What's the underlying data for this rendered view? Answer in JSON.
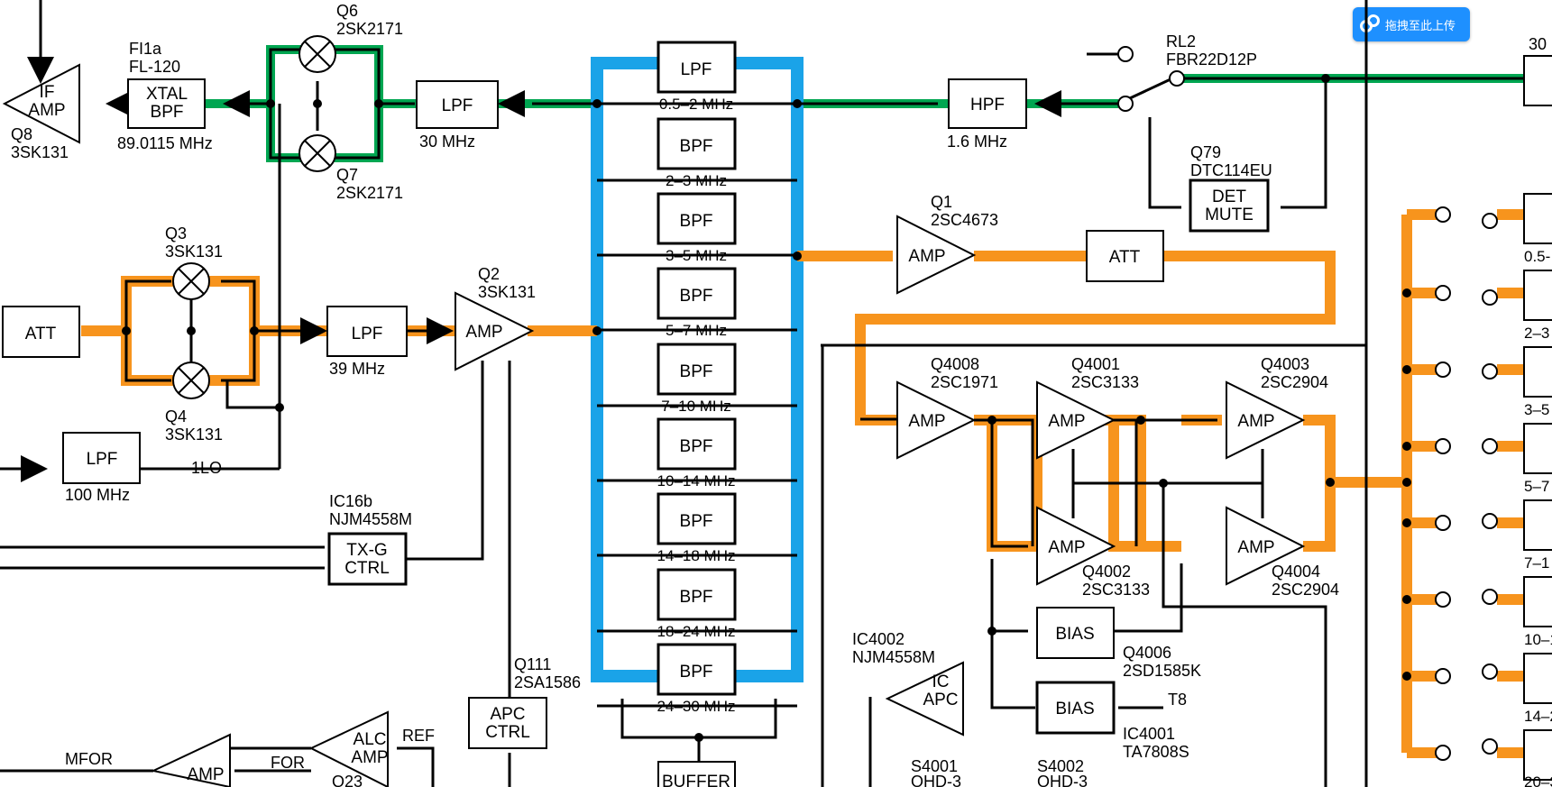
{
  "badge": {
    "label": "拖拽至此上传",
    "icon": "cloud-upload-icon"
  },
  "colors": {
    "green": "#00a651",
    "blue": "#1aa3e8",
    "orange": "#f7941d",
    "line": "#000000"
  },
  "blocks": {
    "if_amp": "IF\nAMP",
    "xtal_bpf": "XTAL\nBPF",
    "lpf": "LPF",
    "hpf": "HPF",
    "bpf": "BPF",
    "att": "ATT",
    "amp": "AMP",
    "det_mute": "DET\nMUTE",
    "tx_g_ctrl": "TX-G\nCTRL",
    "apc_ctrl": "APC\nCTRL",
    "alc_amp": "ALC\nAMP",
    "ic_apc": "IC\nAPC",
    "bias": "BIAS",
    "buffer": "BUFFER"
  },
  "labels": {
    "q6": "Q6",
    "q6_part": "2SK2171",
    "q7": "Q7",
    "q7_part": "2SK2171",
    "fl1a": "FI1a",
    "fl1a_part": "FL-120",
    "q8": "Q8",
    "q8_part": "3SK131",
    "xtal_freq": "89.0115 MHz",
    "lpf30": "30 MHz",
    "hpf_freq": "1.6 MHz",
    "rl2": "RL2",
    "rl2_part": "FBR22D12P",
    "q79": "Q79",
    "q79_part": "DTC114EU",
    "q3": "Q3",
    "q3_part": "3SK131",
    "q4": "Q4",
    "q4_part": "3SK131",
    "lpf39": "39 MHz",
    "q2": "Q2",
    "q2_part": "3SK131",
    "lpf100": "100 MHz",
    "lo1": "1LO",
    "ic16b": "IC16b",
    "ic16b_part": "NJM4558M",
    "q111": "Q111",
    "q111_part": "2SA1586",
    "q1": "Q1",
    "q1_part": "2SC4673",
    "q4008": "Q4008",
    "q4008_part": "2SC1971",
    "q4001": "Q4001",
    "q4001_part": "2SC3133",
    "q4003": "Q4003",
    "q4003_part": "2SC2904",
    "q4002": "Q4002",
    "q4002_part": "2SC3133",
    "q4004": "Q4004",
    "q4004_part": "2SC2904",
    "q4006": "Q4006",
    "q4006_part": "2SD1585K",
    "ic4002": "IC4002",
    "ic4002_part": "NJM4558M",
    "ic4001": "IC4001",
    "ic4001_part": "TA7808S",
    "t8": "T8",
    "s4001": "S4001",
    "s4001_part": "OHD-3",
    "s4002": "S4002",
    "s4002_part": "OHD-3",
    "mfor": "MFOR",
    "for": "FOR",
    "ref": "REF",
    "q23": "Q23",
    "edge30": "30"
  },
  "bpf_bands": [
    "0.5–2 MHz",
    "2–3 MHz",
    "3–5 MHz",
    "5–7 MHz",
    "7–10 MHz",
    "10–14 MHz",
    "14–18 MHz",
    "18–24 MHz",
    "24–30 MHz"
  ],
  "right_bands": [
    "0.5-",
    "2–3",
    "3–5",
    "5–7",
    "7–1",
    "10–1",
    "14–2",
    "20–3"
  ]
}
